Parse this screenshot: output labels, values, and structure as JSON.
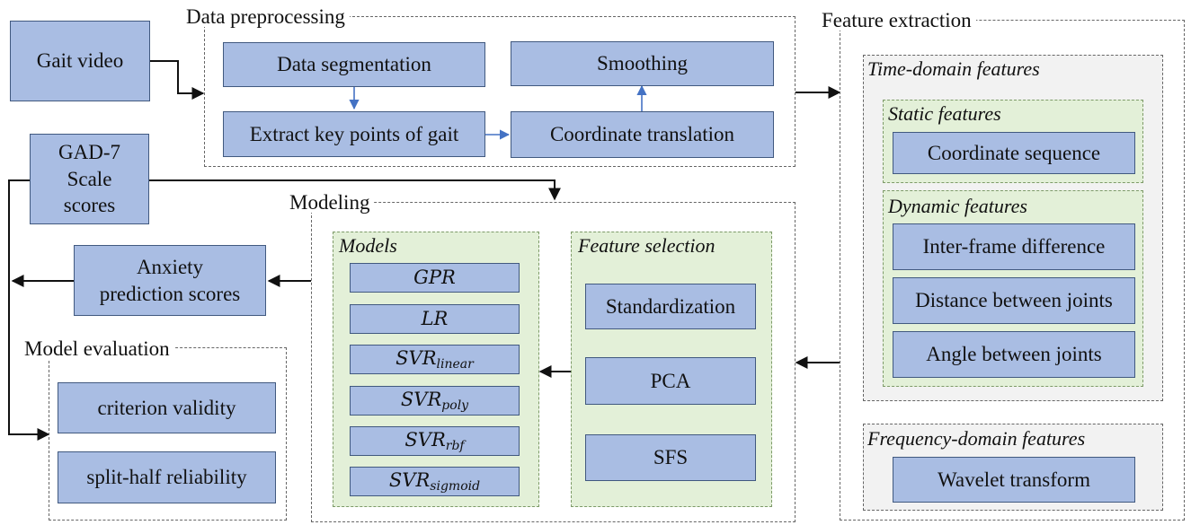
{
  "preprocessing": {
    "title": "Data preprocessing",
    "gait_video": "Gait video",
    "data_segmentation": "Data segmentation",
    "extract_key_points": "Extract key points of gait",
    "coordinate_translation": "Coordinate translation",
    "smoothing": "Smoothing"
  },
  "gad7": "GAD-7 Scale scores",
  "feature_extraction": {
    "title": "Feature extraction",
    "time_domain_title": "Time-domain features",
    "static_title": "Static features",
    "coordinate_sequence": "Coordinate sequence",
    "dynamic_title": "Dynamic features",
    "inter_frame": "Inter-frame difference",
    "distance_joints": "Distance between joints",
    "angle_joints": "Angle between joints",
    "frequency_title": "Frequency-domain features",
    "wavelet": "Wavelet transform"
  },
  "modeling": {
    "title": "Modeling",
    "models_title": "Models",
    "models": [
      {
        "base": "GPR",
        "sub": ""
      },
      {
        "base": "LR",
        "sub": ""
      },
      {
        "base": "SVR",
        "sub": "linear"
      },
      {
        "base": "SVR",
        "sub": "poly"
      },
      {
        "base": "SVR",
        "sub": "rbf"
      },
      {
        "base": "SVR",
        "sub": "sigmoid"
      }
    ],
    "feature_selection_title": "Feature selection",
    "standardization": "Standardization",
    "pca": "PCA",
    "sfs": "SFS"
  },
  "anxiety_prediction": "Anxiety prediction scores",
  "evaluation": {
    "title": "Model evaluation",
    "criterion_validity": "criterion validity",
    "split_half": "split-half reliability"
  }
}
